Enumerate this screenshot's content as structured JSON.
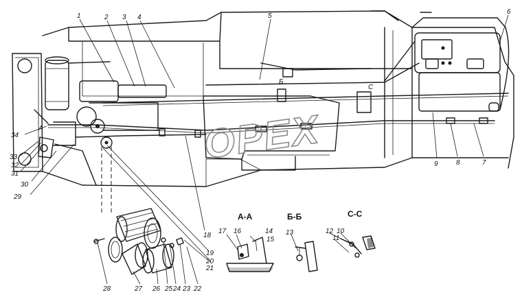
{
  "watermark": "OPEX",
  "sections": {
    "aa": "А-А",
    "bb": "Б-Б",
    "cc": "С-С"
  },
  "callouts": {
    "n1": "1",
    "n2": "2",
    "n3": "3",
    "n4": "4",
    "n5": "5",
    "n6": "6",
    "n7": "7",
    "n8": "8",
    "n9": "9",
    "n10": "10",
    "n11": "11",
    "n12": "12",
    "n13": "13",
    "n14": "14",
    "n15": "15",
    "n16": "16",
    "n17": "17",
    "n18": "18",
    "n19": "19",
    "n20": "20",
    "n21": "21",
    "n22": "22",
    "n23": "23",
    "n24": "24",
    "n25": "25",
    "n26": "26",
    "n27": "27",
    "n28": "28",
    "n29": "29",
    "n30": "30",
    "n31": "31",
    "n32": "32",
    "n33": "33",
    "n34": "34"
  },
  "view_marks": {
    "a_left": "А",
    "b_mark": "Б",
    "c_mark": "С"
  }
}
